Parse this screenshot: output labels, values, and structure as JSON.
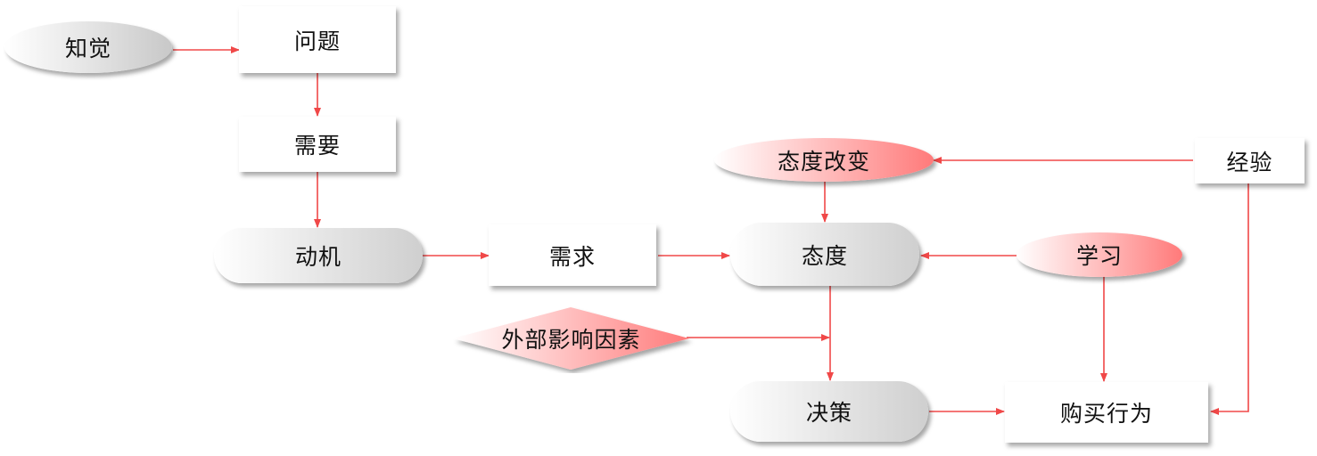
{
  "nodes": {
    "perception": "知觉",
    "problem": "问题",
    "need": "需要",
    "motive": "动机",
    "demand": "需求",
    "attitude_change": "态度改变",
    "experience": "经验",
    "attitude": "态度",
    "learning": "学习",
    "external_factors": "外部影响因素",
    "decision": "决策",
    "purchase_behavior": "购买行为"
  },
  "colors": {
    "arrow": "#f04848",
    "accent_red": "#ff7a7a"
  }
}
